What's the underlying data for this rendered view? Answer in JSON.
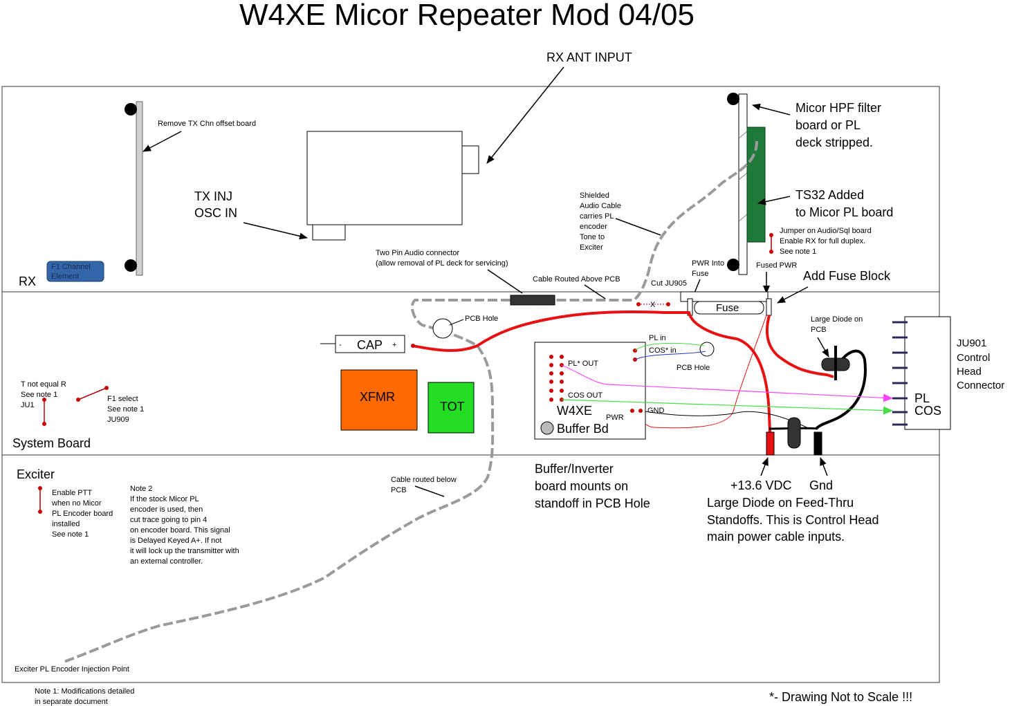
{
  "title": "W4XE Micor Repeater Mod 04/05",
  "labels": {
    "rx_ant_input": "RX ANT INPUT",
    "remove_tx": "Remove TX Chn offset board",
    "tx_inj_1": "TX INJ",
    "tx_inj_2": "OSC IN",
    "f1_channel_1": "F1 Channel",
    "f1_channel_2": "Element",
    "rx": "RX",
    "shielded_1": "Shielded",
    "shielded_2": "Audio Cable",
    "shielded_3": "carries PL",
    "shielded_4": "encoder",
    "shielded_5": "Tone to",
    "shielded_6": "Exciter",
    "hpf_1": "Micor HPF filter",
    "hpf_2": "board or PL",
    "hpf_3": "deck stripped.",
    "ts32_1": "TS32 Added",
    "ts32_2": "to Micor PL board",
    "jumper_1": "Jumper on Audio/Sql board",
    "jumper_2": "Enable RX for full duplex.",
    "jumper_3": "See note 1",
    "two_pin_1": "Two Pin Audio connector",
    "two_pin_2": "(allow removal of PL deck for servicing)",
    "cable_above": "Cable Routed  Above PCB",
    "pwr_into_1": "PWR Into",
    "pwr_into_2": "Fuse",
    "cut_ju905": "Cut JU905",
    "cut_x": "X",
    "fused_pwr": "Fused PWR",
    "add_fuse": "Add Fuse Block",
    "fuse": "Fuse",
    "pcb_hole": "PCB Hole",
    "cap": "CAP",
    "cap_minus": "-",
    "cap_plus": "+",
    "pl_in": "PL in",
    "cos_in": "COS* in",
    "pcb_hole_2": "PCB Hole",
    "large_diode_pcb_1": "Large Diode on",
    "large_diode_pcb_2": "PCB",
    "ju901_1": "JU901",
    "ju901_2": "Control",
    "ju901_3": "Head",
    "ju901_4": "Connector",
    "pl_out": "PL* OUT",
    "cos_out": "COS OUT",
    "gnd_small": "GND",
    "pwr_small": "PWR",
    "w4xe": "W4XE",
    "buffer_bd": "Buffer Bd",
    "xfmr": "XFMR",
    "tot": "TOT",
    "pl": "PL",
    "cos": "COS",
    "t_not_equal_1": "T not equal R",
    "t_not_equal_2": "See note 1",
    "t_not_equal_3": "JU1",
    "f1_select_1": "F1 select",
    "f1_select_2": "See note 1",
    "f1_select_3": "JU909",
    "system_board": "System Board",
    "exciter": "Exciter",
    "enable_ptt_1": "Enable PTT",
    "enable_ptt_2": "when no Micor",
    "enable_ptt_3": "PL Encoder board",
    "enable_ptt_4": "installed",
    "enable_ptt_5": "See note 1",
    "note2_1": "Note 2",
    "note2_2": "If the stock Micor PL",
    "note2_3": "encoder is used, then",
    "note2_4": "cut trace going to pin 4",
    "note2_5": "on encoder board. This signal",
    "note2_6": "is Delayed Keyed A+. If not",
    "note2_7": "it will lock up the transmitter with",
    "note2_8": "an external controller.",
    "cable_below_1": "Cable routed below",
    "cable_below_2": "PCB",
    "buffer_inv_1": "Buffer/Inverter",
    "buffer_inv_2": "board mounts on",
    "buffer_inv_3": "standoff in PCB Hole",
    "vdc": "+13.6 VDC",
    "gnd": "Gnd",
    "large_diode_ft_1": "Large Diode on Feed-Thru",
    "large_diode_ft_2": "Standoffs. This is Control Head",
    "large_diode_ft_3": "main power cable inputs.",
    "exciter_pl": "Exciter PL Encoder Injection Point",
    "note1_1": "Note 1: Modifications detailed",
    "note1_2": "in separate document",
    "not_to_scale": "*- Drawing Not to Scale !!!"
  },
  "colors": {
    "red_wire": "#e81010",
    "gray_cable": "#9a9a9a",
    "green_board": "#1f7a3a",
    "xfmr": "#ff6a00",
    "tot": "#22dd22",
    "f1_element": "#3366a8",
    "magenta": "#ff44ff",
    "green_wire": "#44dd44",
    "blue_wire": "#2233cc"
  }
}
